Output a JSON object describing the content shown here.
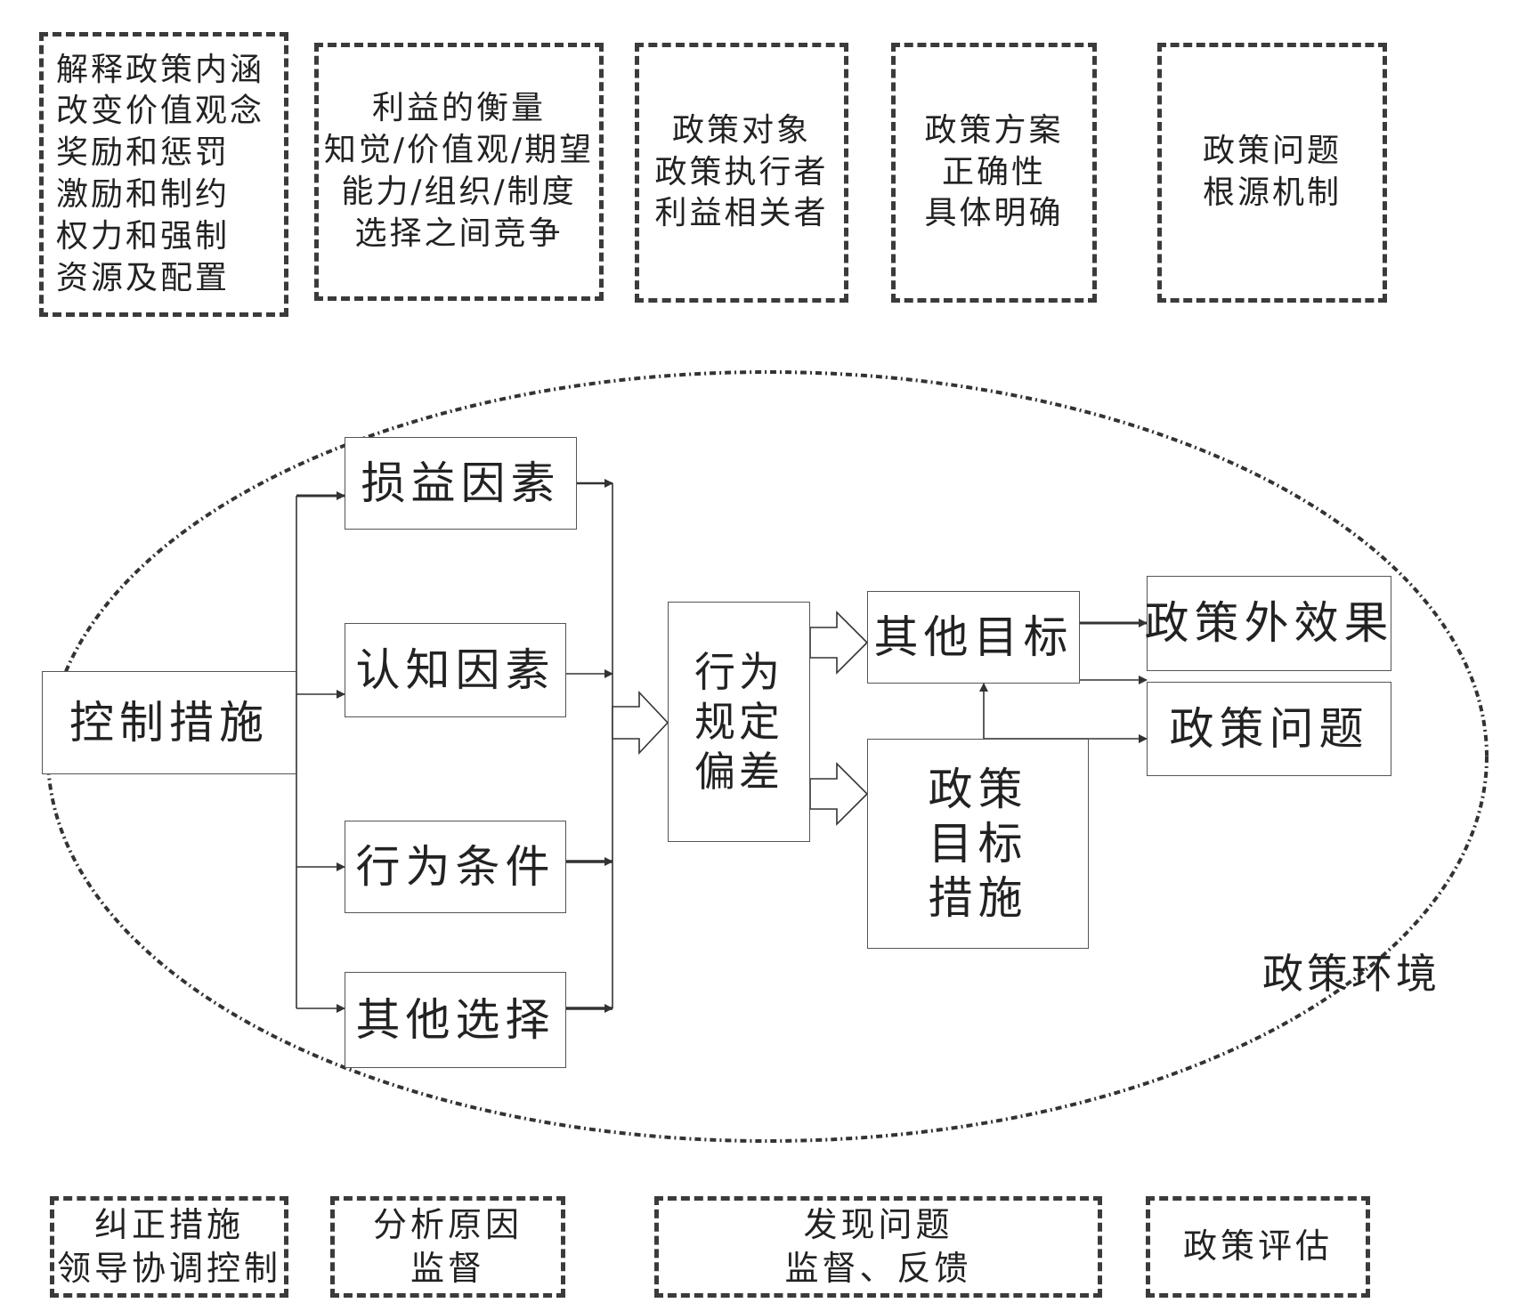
{
  "top_boxes": [
    {
      "id": "explain",
      "lines": [
        "解释政策内涵",
        "改变价值观念",
        "奖励和惩罚",
        "激励和制约",
        "权力和强制",
        "资源及配置"
      ]
    },
    {
      "id": "interest",
      "lines": [
        "利益的衡量",
        "知觉/价值观/期望",
        "能力/组织/制度",
        "选择之间竞争"
      ]
    },
    {
      "id": "target",
      "lines": [
        "政策对象",
        "政策执行者",
        "利益相关者"
      ]
    },
    {
      "id": "plan",
      "lines": [
        "政策方案",
        "正确性",
        "具体明确"
      ]
    },
    {
      "id": "problem-root",
      "lines": [
        "政策问题",
        "根源机制"
      ]
    }
  ],
  "bottom_boxes": [
    {
      "id": "correct",
      "lines": [
        "纠正措施",
        "领导协调控制"
      ]
    },
    {
      "id": "analyze",
      "lines": [
        "分析原因",
        "监督"
      ]
    },
    {
      "id": "discover",
      "lines": [
        "发现问题",
        "监督、反馈"
      ]
    },
    {
      "id": "evaluate",
      "lines": [
        "政策评估"
      ]
    }
  ],
  "nodes": {
    "control": {
      "lines": [
        "控制措施"
      ]
    },
    "sunyi": {
      "lines": [
        "损益因素"
      ]
    },
    "renzhi": {
      "lines": [
        "认知因素"
      ]
    },
    "tiaojian": {
      "lines": [
        "行为条件"
      ]
    },
    "xuanze": {
      "lines": [
        "其他选择"
      ]
    },
    "pianchai": {
      "lines": [
        "行为",
        "规定",
        "偏差"
      ]
    },
    "other_goal": {
      "lines": [
        "其他目标"
      ]
    },
    "policy_goal": {
      "lines": [
        "政策",
        "目标",
        "措施"
      ]
    },
    "external_effect": {
      "lines": [
        "政策外效果"
      ]
    },
    "policy_problem": {
      "lines": [
        "政策问题"
      ]
    }
  },
  "environment_label": "政策环境",
  "colors": {
    "line": "#333333",
    "dash": "#3b3b3b",
    "box_border": "#555555"
  }
}
